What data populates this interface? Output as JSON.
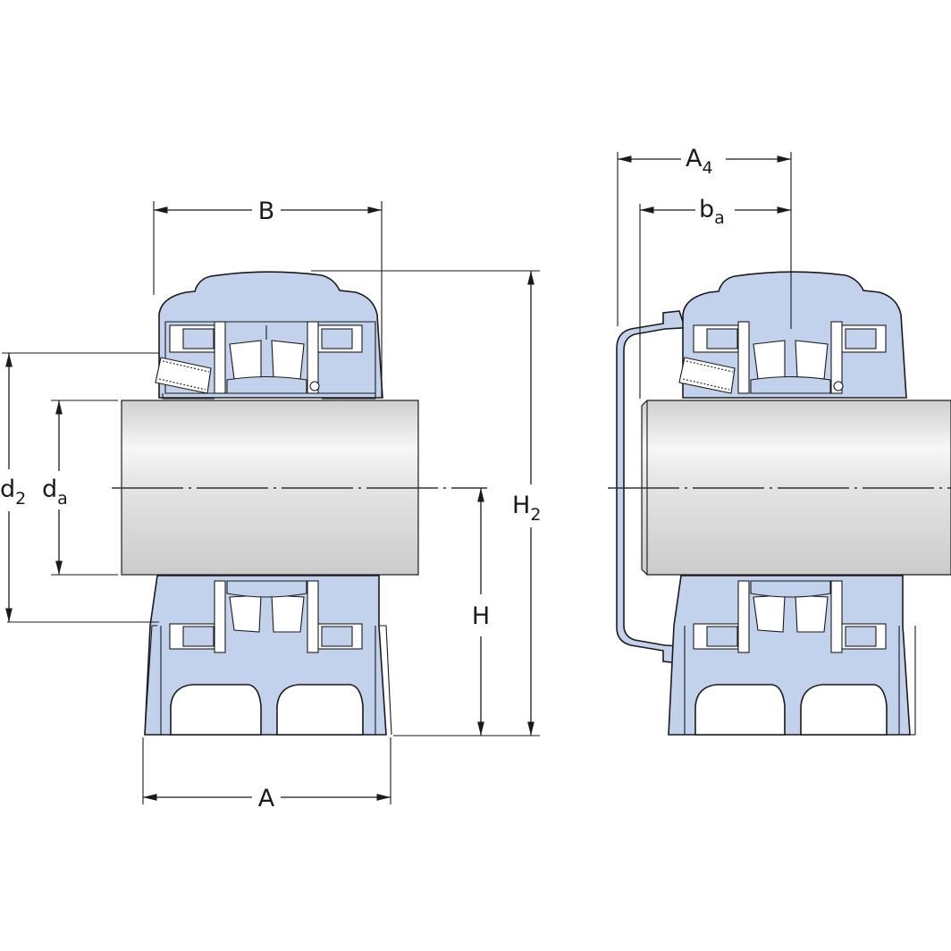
{
  "drawing": {
    "title": "Plain bearing housing (pillow block) with spherical roller bearing on adapter sleeve – dimension drawing",
    "views": [
      "open-end housing section",
      "closed-end housing section with end cover"
    ]
  },
  "labels": {
    "B": {
      "main": "B",
      "sub": ""
    },
    "A": {
      "main": "A",
      "sub": ""
    },
    "H": {
      "main": "H",
      "sub": ""
    },
    "H2": {
      "main": "H",
      "sub": "2"
    },
    "d2": {
      "main": "d",
      "sub": "2"
    },
    "da": {
      "main": "d",
      "sub": "a"
    },
    "A4": {
      "main": "A",
      "sub": "4"
    },
    "ba": {
      "main": "b",
      "sub": "a"
    }
  },
  "colors": {
    "housing_fill": "#c2d2ec",
    "shaft_light": "#fafafa",
    "shaft_dark": "#c9c9c9",
    "line": "#1a1a1a",
    "background": "#ffffff"
  }
}
